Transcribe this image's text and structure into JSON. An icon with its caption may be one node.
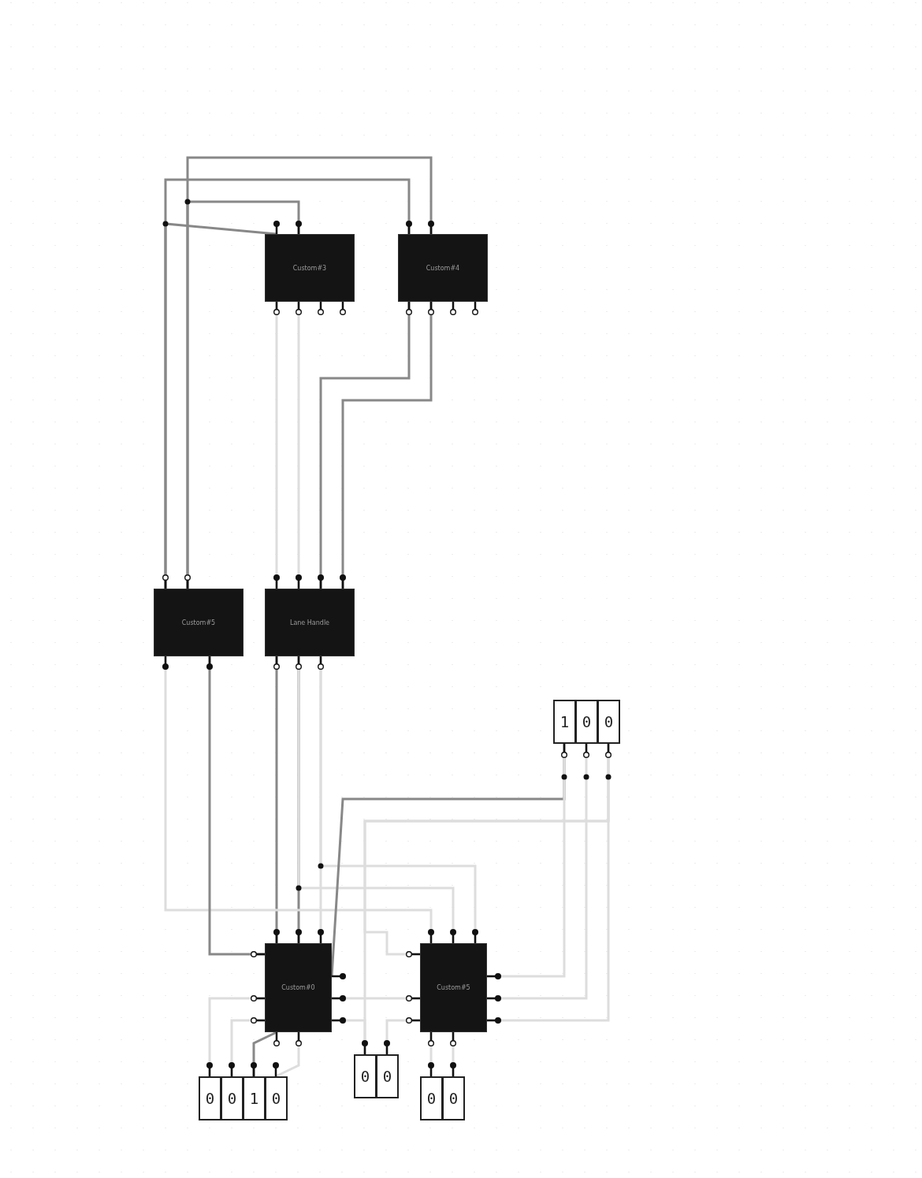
{
  "diagram": {
    "nodes": [
      {
        "text": [
          "Custom#3"
        ]
      },
      {
        "text": [
          "Custom#4"
        ]
      },
      {
        "text": [
          "Custom#5"
        ]
      },
      {
        "text": [
          "Lane Handle"
        ]
      },
      {
        "text": [
          "1"
        ]
      },
      {
        "text": [
          "0"
        ]
      },
      {
        "text": [
          "0"
        ]
      },
      {
        "text": [
          "Custom#0"
        ]
      },
      {
        "text": [
          "Custom#5"
        ]
      },
      {
        "text": [
          "0"
        ]
      },
      {
        "text": [
          "0"
        ]
      },
      {
        "text": [
          "0"
        ]
      },
      {
        "text": [
          "0"
        ]
      },
      {
        "text": [
          "1"
        ]
      },
      {
        "text": [
          "0"
        ]
      },
      {
        "text": [
          "0"
        ]
      },
      {
        "text": [
          "0"
        ]
      }
    ],
    "edges": [
      {
        "from": 2,
        "to": 1,
        "arrow": "none",
        "color": "#888888"
      },
      {
        "from": 2,
        "to": 0,
        "arrow": "none",
        "color": "#888888"
      },
      {
        "from": 2,
        "to": 1,
        "arrow": "none",
        "color": "#888888"
      },
      {
        "from": 2,
        "to": 0,
        "arrow": "none",
        "color": "#888888"
      },
      {
        "from": 1,
        "to": 3,
        "arrow": "none",
        "color": "#888888"
      },
      {
        "from": 1,
        "to": 3,
        "arrow": "none",
        "color": "#888888"
      },
      {
        "from": 0,
        "to": 3,
        "arrow": "none"
      },
      {
        "from": 0,
        "to": 3,
        "arrow": "none"
      },
      {
        "from": 3,
        "to": 7,
        "arrow": "none",
        "color": "#888888"
      },
      {
        "from": 3,
        "to": 7,
        "arrow": "none",
        "color": "#888888"
      },
      {
        "from": 3,
        "to": 8,
        "arrow": "none"
      },
      {
        "from": 3,
        "to": 7,
        "arrow": "none"
      },
      {
        "from": 3,
        "to": 8,
        "arrow": "none"
      },
      {
        "from": 2,
        "to": 8,
        "arrow": "none"
      },
      {
        "from": 2,
        "to": 7,
        "arrow": "none",
        "color": "#888888"
      },
      {
        "from": 4,
        "to": 7,
        "arrow": "none",
        "color": "#888888"
      },
      {
        "from": 4,
        "to": 8,
        "arrow": "none"
      },
      {
        "from": 5,
        "to": 8,
        "arrow": "none"
      },
      {
        "from": 6,
        "to": 8,
        "arrow": "none"
      },
      {
        "from": 6,
        "to": 8,
        "arrow": "none"
      },
      {
        "from": 6,
        "to": 9,
        "arrow": "none"
      },
      {
        "from": 7,
        "to": 8,
        "arrow": "none"
      },
      {
        "from": 7,
        "to": 9,
        "arrow": "none"
      },
      {
        "from": 10,
        "to": 8,
        "arrow": "none"
      },
      {
        "from": 7,
        "to": 11,
        "arrow": "none"
      },
      {
        "from": 7,
        "to": 12,
        "arrow": "none"
      },
      {
        "from": 7,
        "to": 13,
        "arrow": "none",
        "color": "#888888"
      },
      {
        "from": 7,
        "to": 14,
        "arrow": "none"
      },
      {
        "from": 8,
        "to": 15,
        "arrow": "none"
      },
      {
        "from": 8,
        "to": 16,
        "arrow": "none"
      }
    ]
  }
}
